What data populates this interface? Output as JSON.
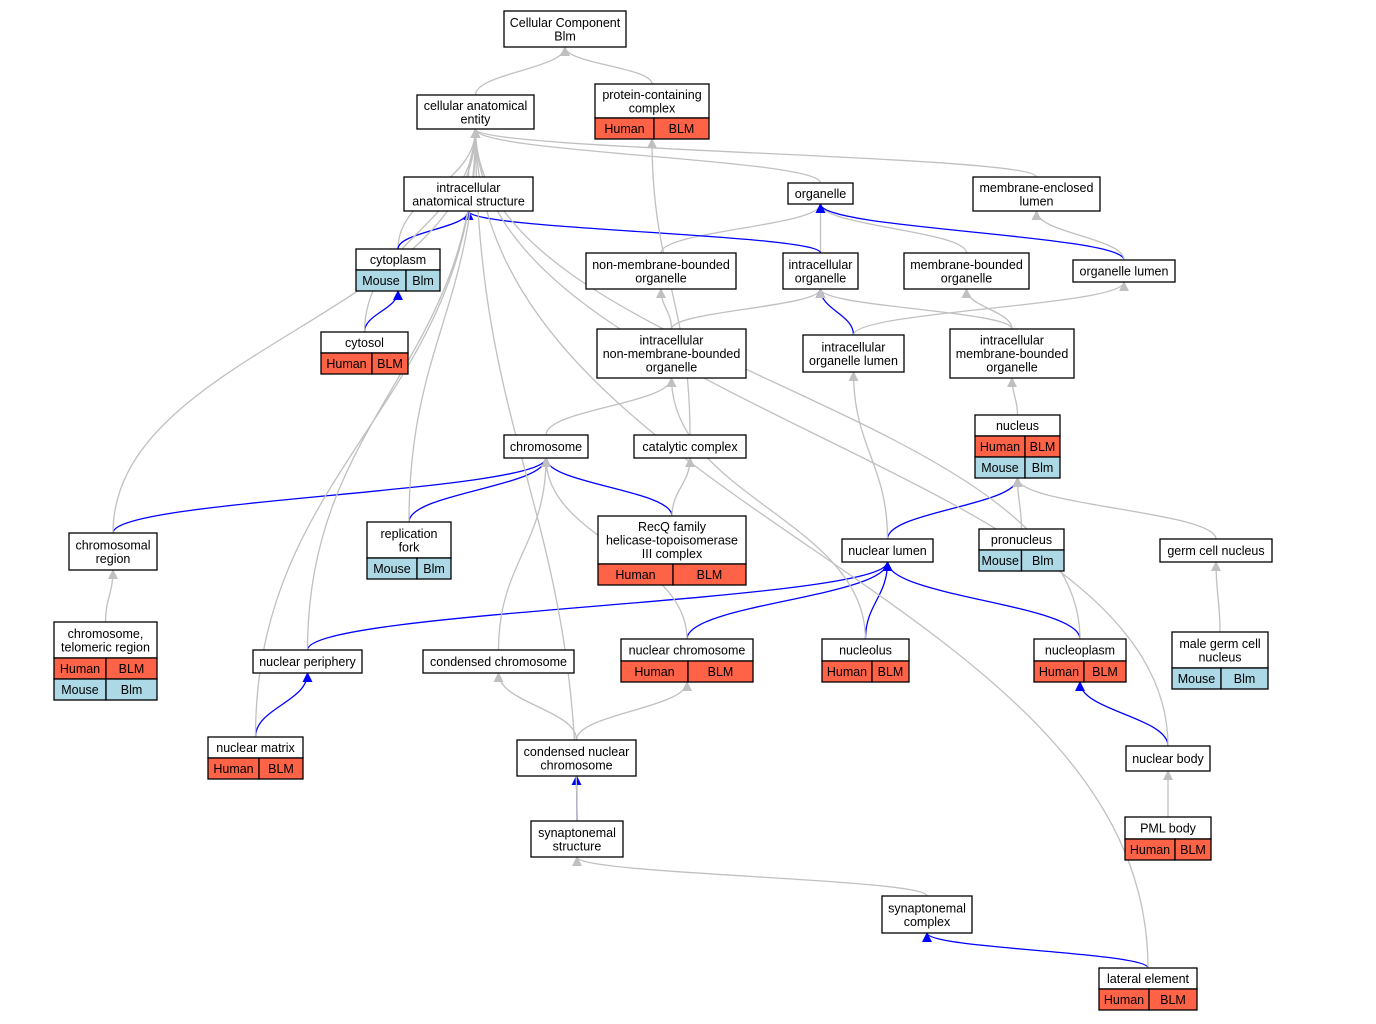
{
  "colors": {
    "gray_edge": "#c0c0c0",
    "blue_edge": "#0000ff",
    "human_tag": "#ff6347",
    "mouse_tag": "#add8e6",
    "node_border": "#000000",
    "background": "#ffffff"
  },
  "nodes": [
    {
      "id": "cellular_component",
      "lines": [
        "Cellular Component",
        "Blm"
      ]
    },
    {
      "id": "cellular_anatomical_entity",
      "lines": [
        "cellular anatomical",
        "entity"
      ]
    },
    {
      "id": "protein_containing_complex",
      "lines": [
        "protein-containing",
        "complex"
      ],
      "tags": [
        [
          "Human",
          "BLM"
        ]
      ]
    },
    {
      "id": "intracellular_anatomical_structure",
      "lines": [
        "intracellular",
        "anatomical structure"
      ]
    },
    {
      "id": "organelle",
      "lines": [
        "organelle"
      ]
    },
    {
      "id": "membrane_enclosed_lumen",
      "lines": [
        "membrane-enclosed",
        "lumen"
      ]
    },
    {
      "id": "cytoplasm",
      "lines": [
        "cytoplasm"
      ],
      "tags": [
        [
          "Mouse",
          "Blm"
        ]
      ]
    },
    {
      "id": "non_membrane_bounded_organelle",
      "lines": [
        "non-membrane-bounded",
        "organelle"
      ]
    },
    {
      "id": "intracellular_organelle",
      "lines": [
        "intracellular",
        "organelle"
      ]
    },
    {
      "id": "membrane_bounded_organelle",
      "lines": [
        "membrane-bounded",
        "organelle"
      ]
    },
    {
      "id": "organelle_lumen",
      "lines": [
        "organelle lumen"
      ]
    },
    {
      "id": "cytosol",
      "lines": [
        "cytosol"
      ],
      "tags": [
        [
          "Human",
          "BLM"
        ]
      ]
    },
    {
      "id": "intracellular_nmb_organelle",
      "lines": [
        "intracellular",
        "non-membrane-bounded",
        "organelle"
      ]
    },
    {
      "id": "intracellular_organelle_lumen",
      "lines": [
        "intracellular",
        "organelle lumen"
      ]
    },
    {
      "id": "intracellular_mb_organelle",
      "lines": [
        "intracellular",
        "membrane-bounded",
        "organelle"
      ]
    },
    {
      "id": "chromosome",
      "lines": [
        "chromosome"
      ]
    },
    {
      "id": "catalytic_complex",
      "lines": [
        "catalytic complex"
      ]
    },
    {
      "id": "nucleus",
      "lines": [
        "nucleus"
      ],
      "tags": [
        [
          "Human",
          "BLM"
        ],
        [
          "Mouse",
          "Blm"
        ]
      ]
    },
    {
      "id": "chromosomal_region",
      "lines": [
        "chromosomal",
        "region"
      ]
    },
    {
      "id": "replication_fork",
      "lines": [
        "replication",
        "fork"
      ],
      "tags": [
        [
          "Mouse",
          "Blm"
        ]
      ]
    },
    {
      "id": "recq_complex",
      "lines": [
        "RecQ family",
        "helicase-topoisomerase",
        "III complex"
      ],
      "tags": [
        [
          "Human",
          "BLM"
        ]
      ]
    },
    {
      "id": "nuclear_lumen",
      "lines": [
        "nuclear lumen"
      ]
    },
    {
      "id": "pronucleus",
      "lines": [
        "pronucleus"
      ],
      "tags": [
        [
          "Mouse",
          "Blm"
        ]
      ]
    },
    {
      "id": "germ_cell_nucleus",
      "lines": [
        "germ cell nucleus"
      ]
    },
    {
      "id": "telomeric_region",
      "lines": [
        "chromosome,",
        "telomeric region"
      ],
      "tags": [
        [
          "Human",
          "BLM"
        ],
        [
          "Mouse",
          "Blm"
        ]
      ]
    },
    {
      "id": "nuclear_periphery",
      "lines": [
        "nuclear periphery"
      ]
    },
    {
      "id": "condensed_chromosome",
      "lines": [
        "condensed chromosome"
      ]
    },
    {
      "id": "nuclear_chromosome",
      "lines": [
        "nuclear chromosome"
      ],
      "tags": [
        [
          "Human",
          "BLM"
        ]
      ]
    },
    {
      "id": "nucleolus",
      "lines": [
        "nucleolus"
      ],
      "tags": [
        [
          "Human",
          "BLM"
        ]
      ]
    },
    {
      "id": "nucleoplasm",
      "lines": [
        "nucleoplasm"
      ],
      "tags": [
        [
          "Human",
          "BLM"
        ]
      ]
    },
    {
      "id": "male_germ_cell_nucleus",
      "lines": [
        "male germ cell",
        "nucleus"
      ],
      "tags": [
        [
          "Mouse",
          "Blm"
        ]
      ]
    },
    {
      "id": "nuclear_matrix",
      "lines": [
        "nuclear matrix"
      ],
      "tags": [
        [
          "Human",
          "BLM"
        ]
      ]
    },
    {
      "id": "condensed_nuclear_chromosome",
      "lines": [
        "condensed nuclear",
        "chromosome"
      ]
    },
    {
      "id": "nuclear_body",
      "lines": [
        "nuclear body"
      ]
    },
    {
      "id": "synaptonemal_structure",
      "lines": [
        "synaptonemal",
        "structure"
      ]
    },
    {
      "id": "pml_body",
      "lines": [
        "PML body"
      ],
      "tags": [
        [
          "Human",
          "BLM"
        ]
      ]
    },
    {
      "id": "synaptonemal_complex",
      "lines": [
        "synaptonemal",
        "complex"
      ]
    },
    {
      "id": "lateral_element",
      "lines": [
        "lateral element"
      ],
      "tags": [
        [
          "Human",
          "BLM"
        ]
      ]
    }
  ],
  "edges": [
    {
      "from": "cellular_anatomical_entity",
      "to": "cellular_component",
      "style": "gray"
    },
    {
      "from": "protein_containing_complex",
      "to": "cellular_component",
      "style": "gray"
    },
    {
      "from": "intracellular_anatomical_structure",
      "to": "cellular_anatomical_entity",
      "style": "gray"
    },
    {
      "from": "organelle",
      "to": "cellular_anatomical_entity",
      "style": "gray"
    },
    {
      "from": "membrane_enclosed_lumen",
      "to": "cellular_anatomical_entity",
      "style": "gray"
    },
    {
      "from": "cytoplasm",
      "to": "cellular_anatomical_entity",
      "style": "gray"
    },
    {
      "from": "cytoplasm",
      "to": "intracellular_anatomical_structure",
      "style": "blue"
    },
    {
      "from": "cytosol",
      "to": "cytoplasm",
      "style": "blue"
    },
    {
      "from": "cytosol",
      "to": "cellular_anatomical_entity",
      "style": "gray"
    },
    {
      "from": "non_membrane_bounded_organelle",
      "to": "organelle",
      "style": "gray"
    },
    {
      "from": "intracellular_organelle",
      "to": "organelle",
      "style": "gray"
    },
    {
      "from": "intracellular_organelle",
      "to": "intracellular_anatomical_structure",
      "style": "blue"
    },
    {
      "from": "membrane_bounded_organelle",
      "to": "organelle",
      "style": "gray"
    },
    {
      "from": "organelle_lumen",
      "to": "organelle",
      "style": "blue"
    },
    {
      "from": "organelle_lumen",
      "to": "membrane_enclosed_lumen",
      "style": "gray"
    },
    {
      "from": "intracellular_nmb_organelle",
      "to": "non_membrane_bounded_organelle",
      "style": "gray"
    },
    {
      "from": "intracellular_nmb_organelle",
      "to": "intracellular_organelle",
      "style": "gray"
    },
    {
      "from": "intracellular_organelle_lumen",
      "to": "intracellular_organelle",
      "style": "blue"
    },
    {
      "from": "intracellular_organelle_lumen",
      "to": "organelle_lumen",
      "style": "gray"
    },
    {
      "from": "intracellular_mb_organelle",
      "to": "intracellular_organelle",
      "style": "gray"
    },
    {
      "from": "intracellular_mb_organelle",
      "to": "membrane_bounded_organelle",
      "style": "gray"
    },
    {
      "from": "chromosome",
      "to": "intracellular_nmb_organelle",
      "style": "gray"
    },
    {
      "from": "catalytic_complex",
      "to": "protein_containing_complex",
      "style": "gray"
    },
    {
      "from": "nucleus",
      "to": "intracellular_mb_organelle",
      "style": "gray"
    },
    {
      "from": "chromosomal_region",
      "to": "chromosome",
      "style": "blue"
    },
    {
      "from": "chromosomal_region",
      "to": "cellular_anatomical_entity",
      "style": "gray"
    },
    {
      "from": "replication_fork",
      "to": "chromosome",
      "style": "blue"
    },
    {
      "from": "replication_fork",
      "to": "cellular_anatomical_entity",
      "style": "gray"
    },
    {
      "from": "recq_complex",
      "to": "chromosome",
      "style": "blue"
    },
    {
      "from": "recq_complex",
      "to": "catalytic_complex",
      "style": "gray"
    },
    {
      "from": "nuclear_lumen",
      "to": "nucleus",
      "style": "blue"
    },
    {
      "from": "nuclear_lumen",
      "to": "intracellular_organelle_lumen",
      "style": "gray"
    },
    {
      "from": "pronucleus",
      "to": "nucleus",
      "style": "gray"
    },
    {
      "from": "germ_cell_nucleus",
      "to": "nucleus",
      "style": "gray"
    },
    {
      "from": "telomeric_region",
      "to": "chromosomal_region",
      "style": "gray"
    },
    {
      "from": "nuclear_periphery",
      "to": "nuclear_lumen",
      "style": "blue"
    },
    {
      "from": "nuclear_periphery",
      "to": "cellular_anatomical_entity",
      "style": "gray"
    },
    {
      "from": "condensed_chromosome",
      "to": "chromosome",
      "style": "gray"
    },
    {
      "from": "nuclear_chromosome",
      "to": "nuclear_lumen",
      "style": "blue"
    },
    {
      "from": "nuclear_chromosome",
      "to": "chromosome",
      "style": "gray"
    },
    {
      "from": "nucleolus",
      "to": "nuclear_lumen",
      "style": "blue"
    },
    {
      "from": "nucleolus",
      "to": "intracellular_nmb_organelle",
      "style": "gray"
    },
    {
      "from": "nucleoplasm",
      "to": "nuclear_lumen",
      "style": "blue"
    },
    {
      "from": "nucleoplasm",
      "to": "cellular_anatomical_entity",
      "style": "gray"
    },
    {
      "from": "male_germ_cell_nucleus",
      "to": "germ_cell_nucleus",
      "style": "gray"
    },
    {
      "from": "nuclear_matrix",
      "to": "nuclear_periphery",
      "style": "blue"
    },
    {
      "from": "nuclear_matrix",
      "to": "cellular_anatomical_entity",
      "style": "gray"
    },
    {
      "from": "condensed_nuclear_chromosome",
      "to": "condensed_chromosome",
      "style": "gray"
    },
    {
      "from": "condensed_nuclear_chromosome",
      "to": "nuclear_chromosome",
      "style": "gray"
    },
    {
      "from": "nuclear_body",
      "to": "nucleoplasm",
      "style": "blue"
    },
    {
      "from": "nuclear_body",
      "to": "cellular_anatomical_entity",
      "style": "gray"
    },
    {
      "from": "synaptonemal_structure",
      "to": "condensed_nuclear_chromosome",
      "style": "blue"
    },
    {
      "from": "synaptonemal_structure",
      "to": "cellular_anatomical_entity",
      "style": "gray"
    },
    {
      "from": "pml_body",
      "to": "nuclear_body",
      "style": "gray"
    },
    {
      "from": "synaptonemal_complex",
      "to": "synaptonemal_structure",
      "style": "gray"
    },
    {
      "from": "lateral_element",
      "to": "synaptonemal_complex",
      "style": "blue"
    },
    {
      "from": "lateral_element",
      "to": "cellular_anatomical_entity",
      "style": "gray"
    }
  ]
}
